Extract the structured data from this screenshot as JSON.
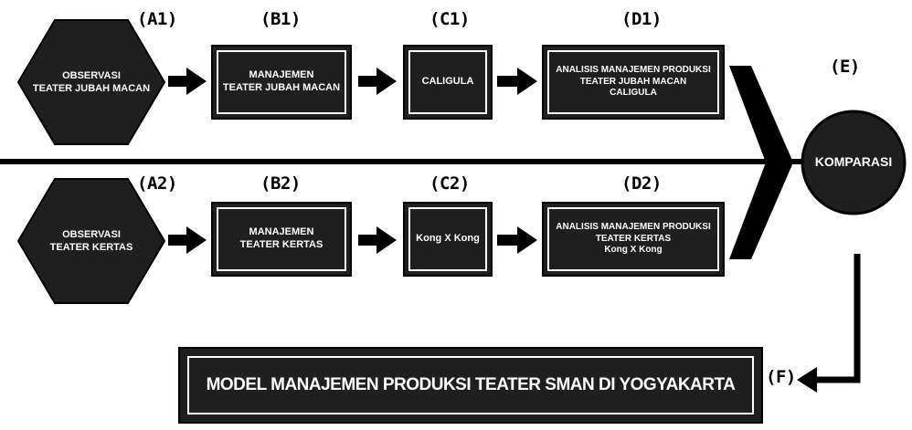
{
  "labels": {
    "a1": "(A1)",
    "b1": "(B1)",
    "c1": "(C1)",
    "d1": "(D1)",
    "a2": "(A2)",
    "b2": "(B2)",
    "c2": "(C2)",
    "d2": "(D2)",
    "e": "(E)",
    "f": "(F)"
  },
  "row1": {
    "a1": {
      "line1": "OBSERVASI",
      "line2": "TEATER JUBAH MACAN"
    },
    "b1": {
      "line1": "MANAJEMEN",
      "line2": "TEATER JUBAH MACAN"
    },
    "c1": {
      "line1": "CALIGULA"
    },
    "d1": {
      "line1": "ANALISIS MANAJEMEN PRODUKSI",
      "line2": "TEATER JUBAH MACAN",
      "line3": "CALIGULA"
    }
  },
  "row2": {
    "a2": {
      "line1": "OBSERVASI",
      "line2": "TEATER KERTAS"
    },
    "b2": {
      "line1": "MANAJEMEN",
      "line2": "TEATER KERTAS"
    },
    "c2": {
      "line1": "Kong X Kong"
    },
    "d2": {
      "line1": "ANALISIS MANAJEMEN PRODUKSI",
      "line2": "TEATER KERTAS",
      "line3": "Kong X Kong"
    }
  },
  "e": {
    "text": "KOMPARASI"
  },
  "f": {
    "text": "MODEL MANAJEMEN PRODUKSI TEATER SMAN DI YOGYAKARTA"
  },
  "colors": {
    "box": "#1f1f1f",
    "line": "#000000",
    "text": "#ffffff"
  }
}
